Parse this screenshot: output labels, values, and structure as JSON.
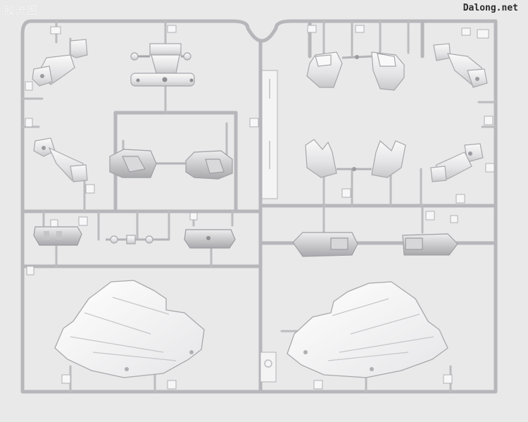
{
  "watermark": {
    "left_text": "胶流图",
    "right_text": "Dalong.net"
  },
  "photo": {
    "subject": "plastic-model-runner-sprue",
    "background_color": "#e9e9ea",
    "part_color": "#f3f3f4",
    "shadow_color": "#b3b3b6"
  }
}
